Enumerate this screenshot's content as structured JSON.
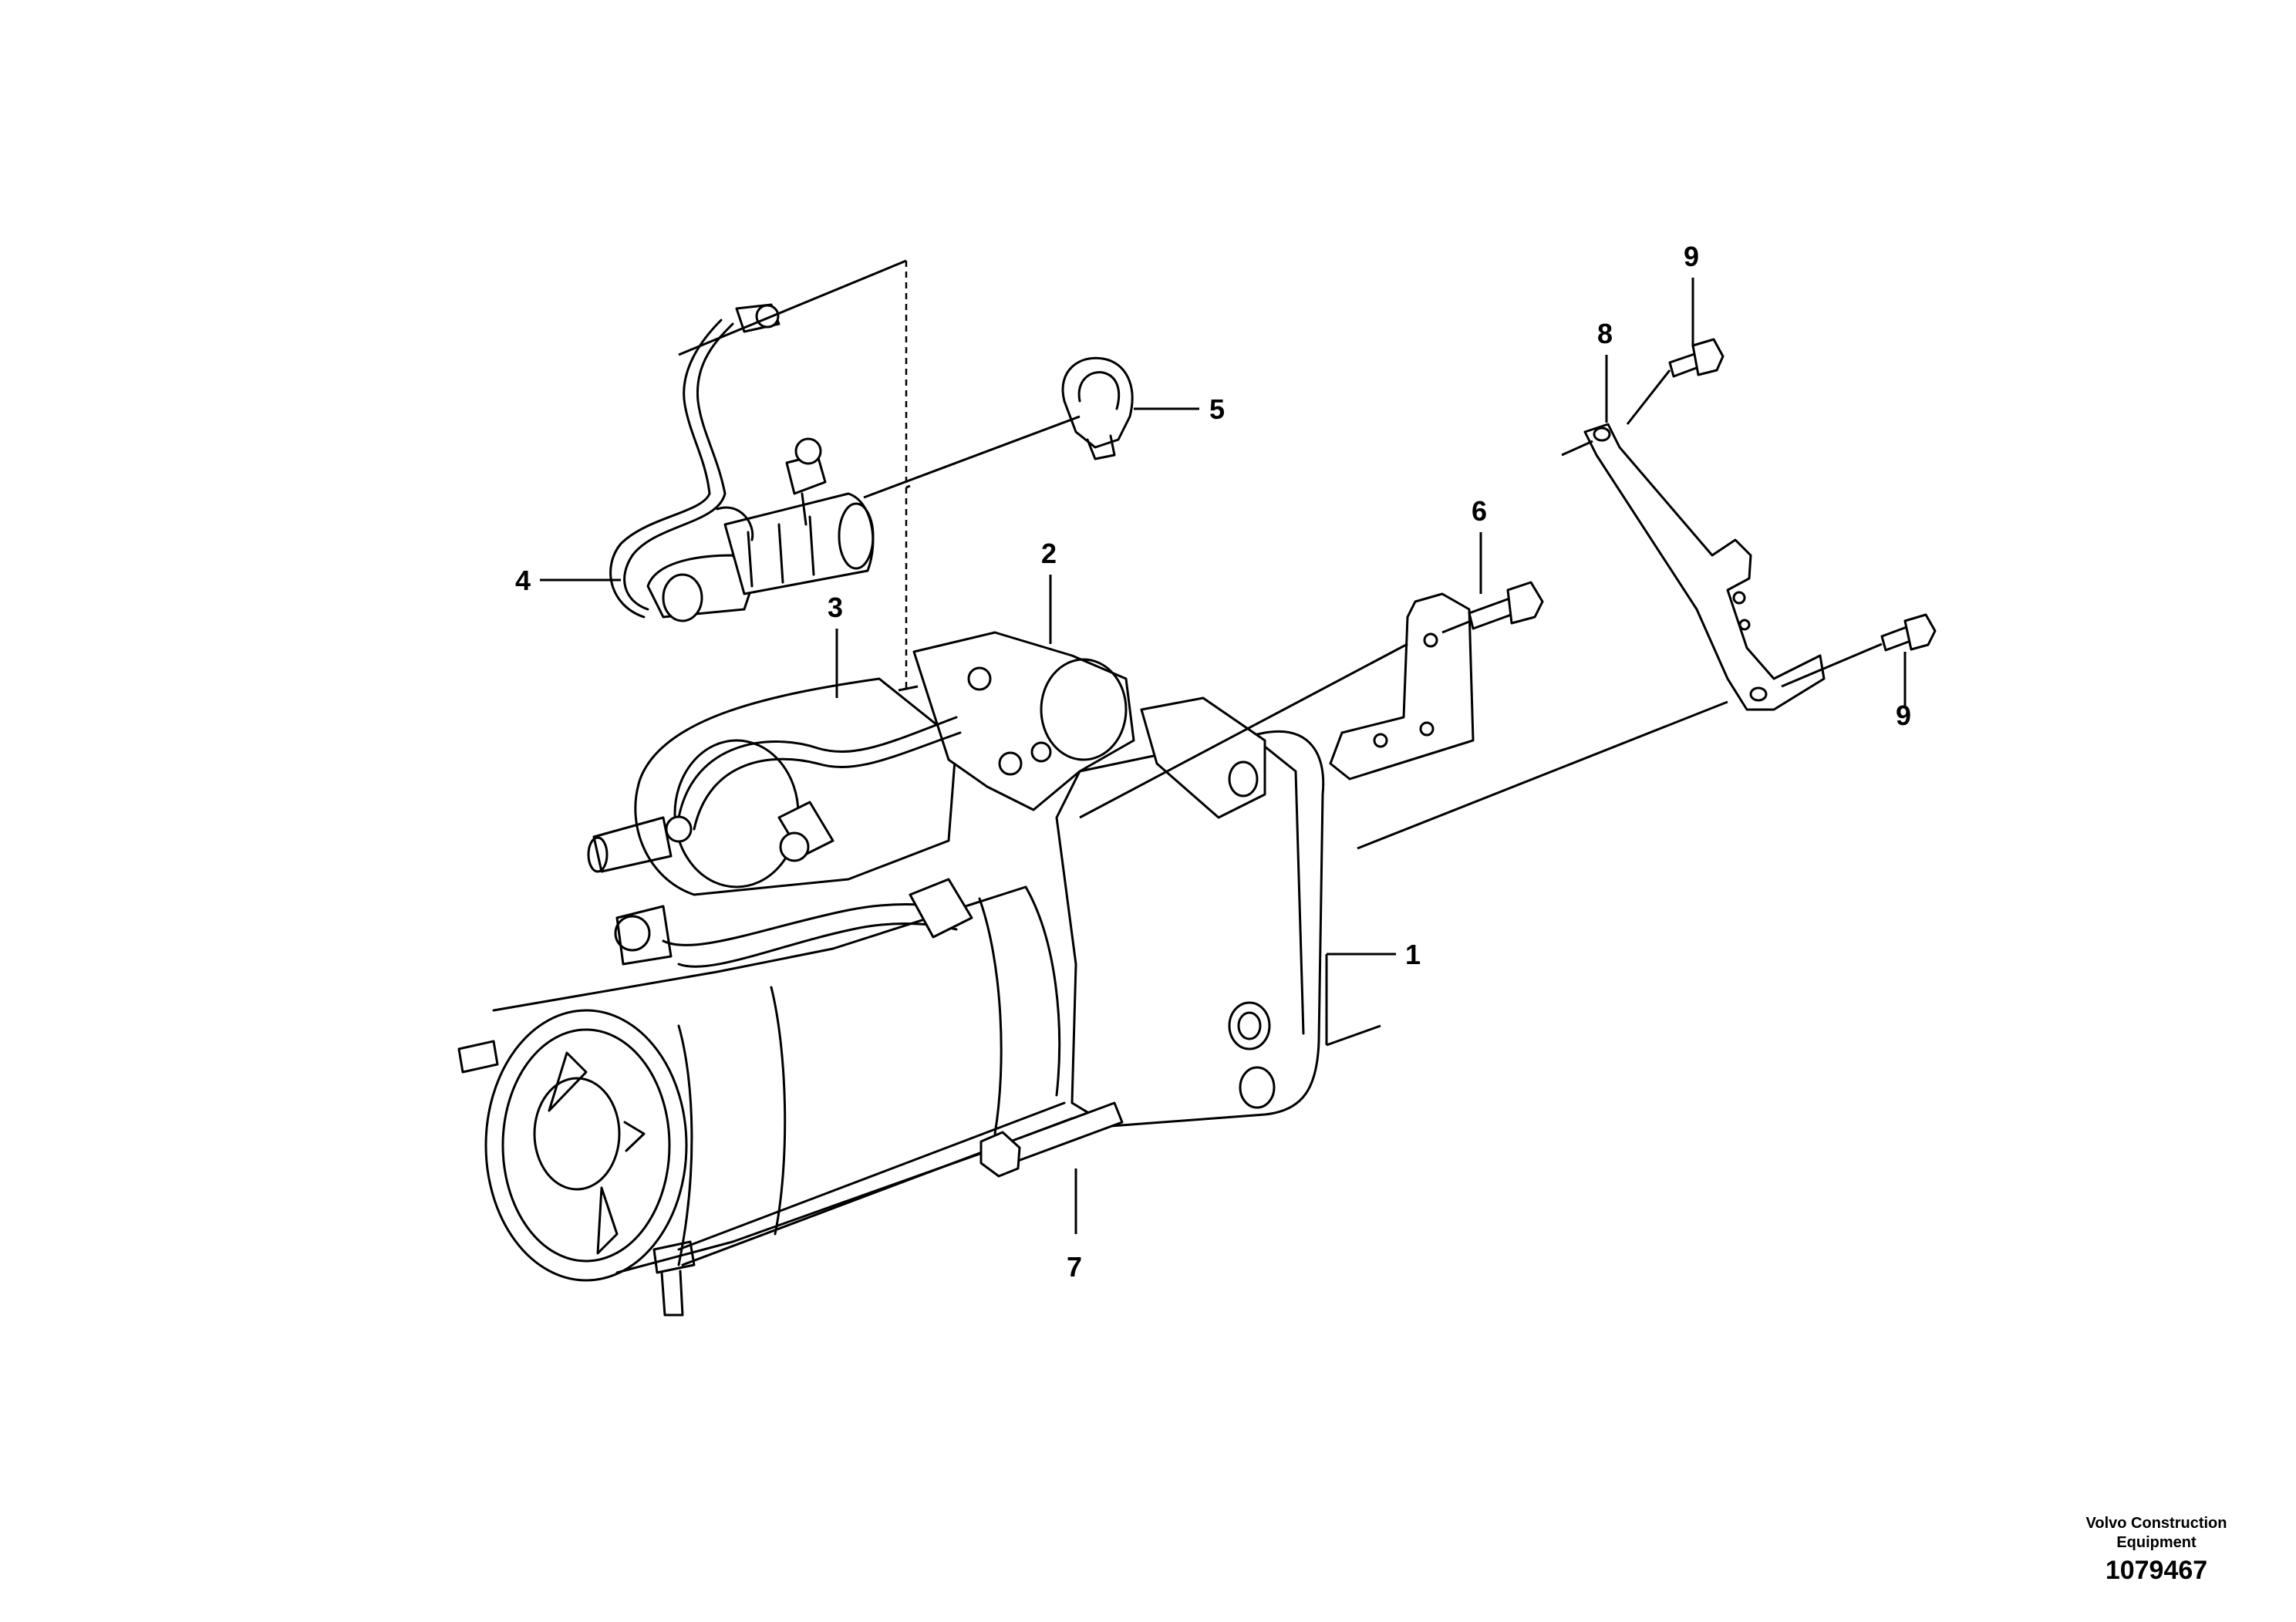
{
  "callouts": {
    "c1": "1",
    "c2": "2",
    "c3": "3",
    "c4": "4",
    "c5": "5",
    "c6": "6",
    "c7": "7",
    "c8": "8",
    "c9a": "9",
    "c9b": "9"
  },
  "footer": {
    "brand_line1": "Volvo Construction",
    "brand_line2": "Equipment",
    "drawing_number": "1079467"
  }
}
